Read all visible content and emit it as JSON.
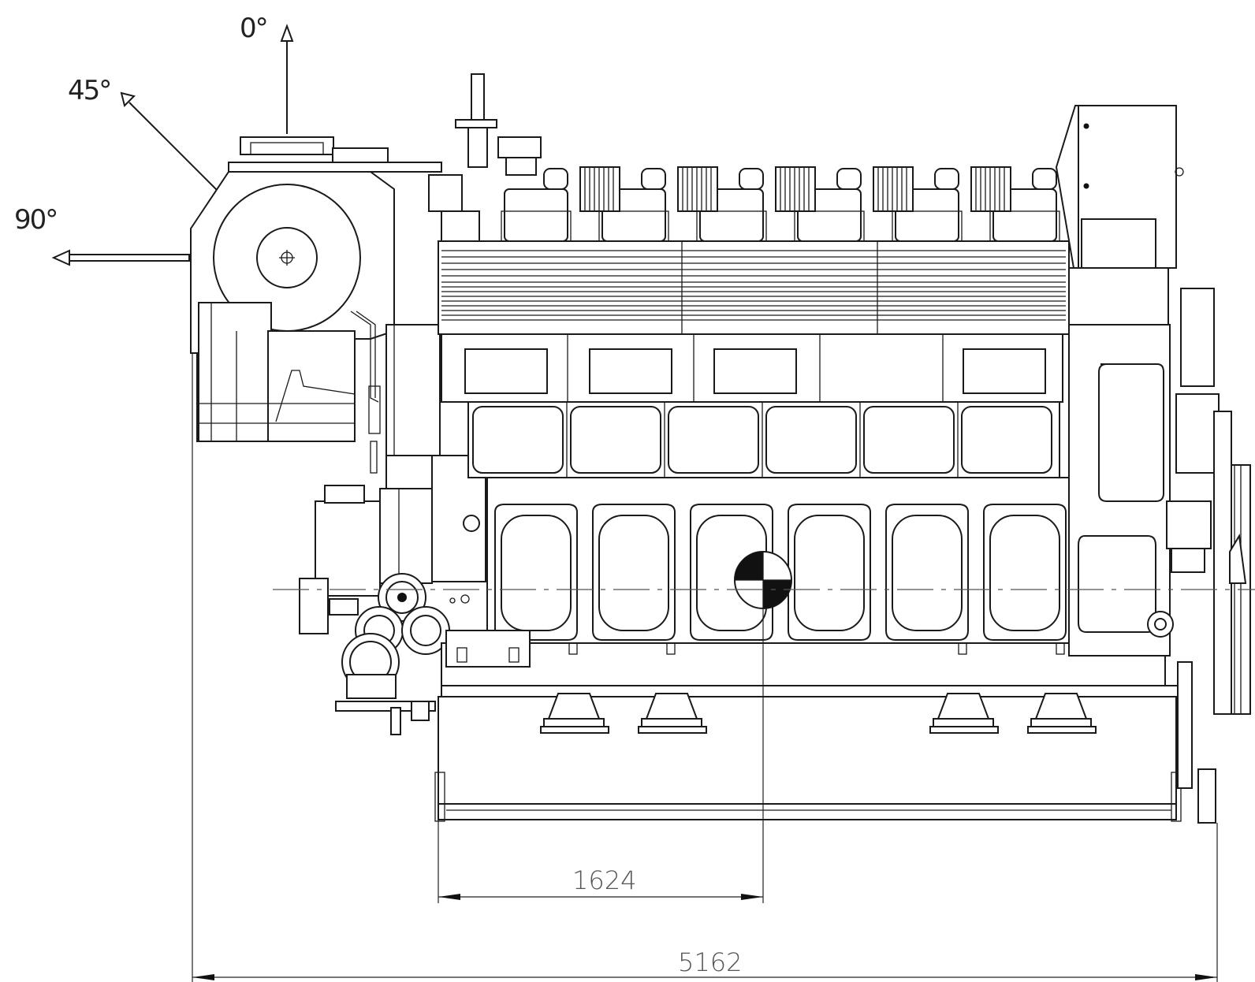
{
  "direction_labels": {
    "deg_0": "0°",
    "deg_45": "45°",
    "deg_90": "90°"
  },
  "dimensions": {
    "cog_offset": "1624",
    "overall_length": "5162"
  },
  "colors": {
    "line": "#1a1a1a",
    "dimension_text": "#555555",
    "background": "#ffffff"
  }
}
